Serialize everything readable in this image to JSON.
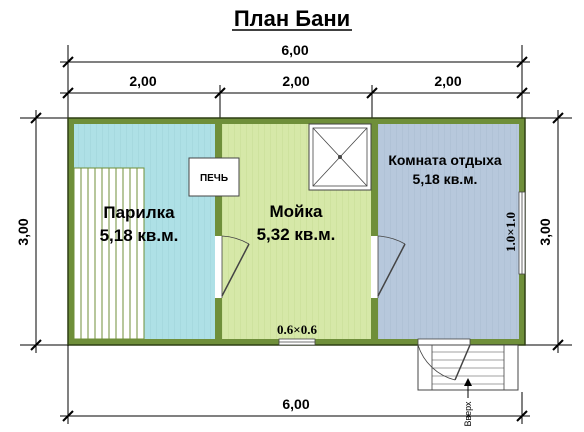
{
  "title": "План Бани",
  "dims": {
    "total_top": "6,00",
    "seg1": "2,00",
    "seg2": "2,00",
    "seg3": "2,00",
    "left": "3,00",
    "right": "3,00",
    "total_bottom": "6,00"
  },
  "rooms": {
    "steam": {
      "name": "Парилка",
      "area": "5,18 кв.м."
    },
    "wash": {
      "name": "Мойка",
      "area": "5,32 кв.м."
    },
    "rest": {
      "name": "Комната отдыха",
      "area": "5,18 кв.м."
    }
  },
  "stove_label": "ПЕЧЬ",
  "window_wash": "0.6×0.6",
  "window_rest": "1.0×1.0",
  "stairs_label": "Вверх",
  "colors": {
    "wall": "#6f8f3a",
    "steam_fill": "#aee0e6",
    "wash_fill": "#d6e8a8",
    "rest_fill": "#b7c8dc",
    "bench": "#ffffff",
    "line": "#000000"
  }
}
